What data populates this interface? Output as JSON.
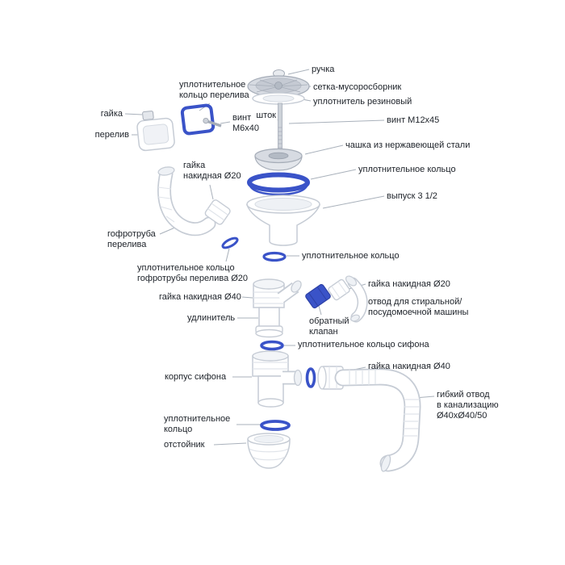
{
  "labels": {
    "ruchka": "ручка",
    "setka": "сетка-мусоросборник",
    "uplotnitel_rezinovyy": "уплотнитель резиновый",
    "shtok": "шток",
    "vint_m12": "винт M12x45",
    "chashka": "чашка из нержавеющей стали",
    "uplotnitelnoe_koltso_verh": "уплотнительное кольцо",
    "vypusk": "выпуск 3 1/2",
    "uplotnitelnoe_koltso_maloe": "уплотнительное кольцо",
    "uplotnitelnoe_koltso_pereliva": "уплотнительное\nкольцо перелива",
    "gayka": "гайка",
    "pereliv": "перелив",
    "vint_m6": "винт\nM6x40",
    "gayka_nakidnaya_20_left": "гайка\nнакидная Ø20",
    "gofrotruba_pereliva": "гофротруба\nперелива",
    "uplotnitelnoe_koltso_gofrotruby": "уплотнительное кольцо\nгофротрубы перелива Ø20",
    "gayka_nakidnaya_40_left": "гайка накидная Ø40",
    "udlinitel": "удлинитель",
    "obratnyy_klapan": "обратный\nклапан",
    "gayka_nakidnaya_20_right": "гайка накидная Ø20",
    "otvod_mashiny": "отвод для стиральной/\nпосудомоечной машины",
    "uplotnitelnoe_koltso_sifona": "уплотнительное кольцо сифона",
    "korpus_sifona": "корпус сифона",
    "gayka_nakidnaya_40_right": "гайка накидная Ø40",
    "gibkiy_otvod": "гибкий отвод\nв канализацию\nØ40xØ40/50",
    "uplotnitelnoe_koltso_nizh": "уплотнительное\nкольцо",
    "otstoynik": "отстойник"
  },
  "colors": {
    "accent_blue": "#3a53c8",
    "outline_gray": "#c6ccd5",
    "leader_gray": "#a9b1bb",
    "text": "#1c2128",
    "background": "#ffffff"
  }
}
